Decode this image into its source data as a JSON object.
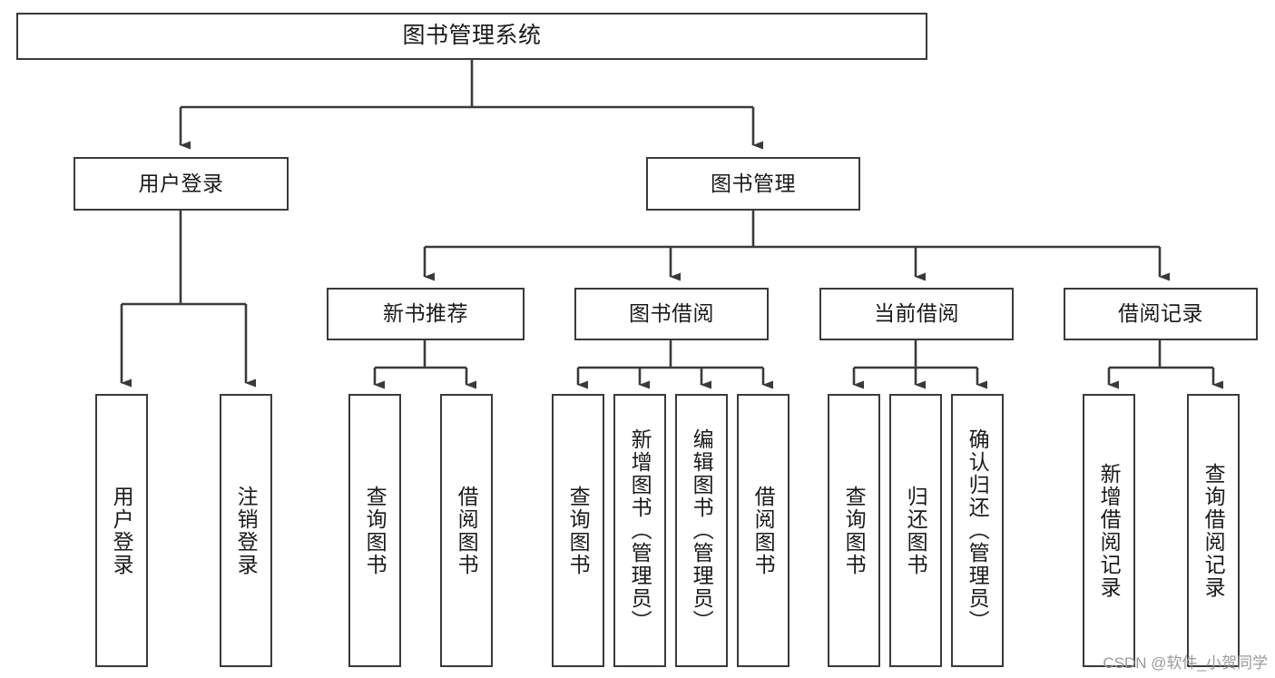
{
  "diagram": {
    "title": "图书管理系统",
    "type": "tree",
    "watermark": "CSDN @软件_小贺同学",
    "line_color": "#3a3a3a",
    "box_fill": "#ffffff",
    "text_color": "#1a1a1a",
    "root": {
      "label": "图书管理系统"
    },
    "level2": [
      {
        "label": "用户登录"
      },
      {
        "label": "图书管理"
      }
    ],
    "level3": [
      {
        "label": "新书推荐"
      },
      {
        "label": "图书借阅"
      },
      {
        "label": "当前借阅"
      },
      {
        "label": "借阅记录"
      }
    ],
    "leaves": {
      "user_login": [
        {
          "label": "用户登录"
        },
        {
          "label": "注销登录"
        }
      ],
      "new_book_recommend": [
        {
          "label": "查询图书"
        },
        {
          "label": "借阅图书"
        }
      ],
      "book_borrow": [
        {
          "label": "查询图书"
        },
        {
          "label": "新增图书（管理员）"
        },
        {
          "label": "编辑图书（管理员）"
        },
        {
          "label": "借阅图书"
        }
      ],
      "current_borrow": [
        {
          "label": "查询图书"
        },
        {
          "label": "归还图书"
        },
        {
          "label": "确认归还（管理员）"
        }
      ],
      "borrow_record": [
        {
          "label": "新增借阅记录"
        },
        {
          "label": "查询借阅记录"
        }
      ]
    }
  }
}
